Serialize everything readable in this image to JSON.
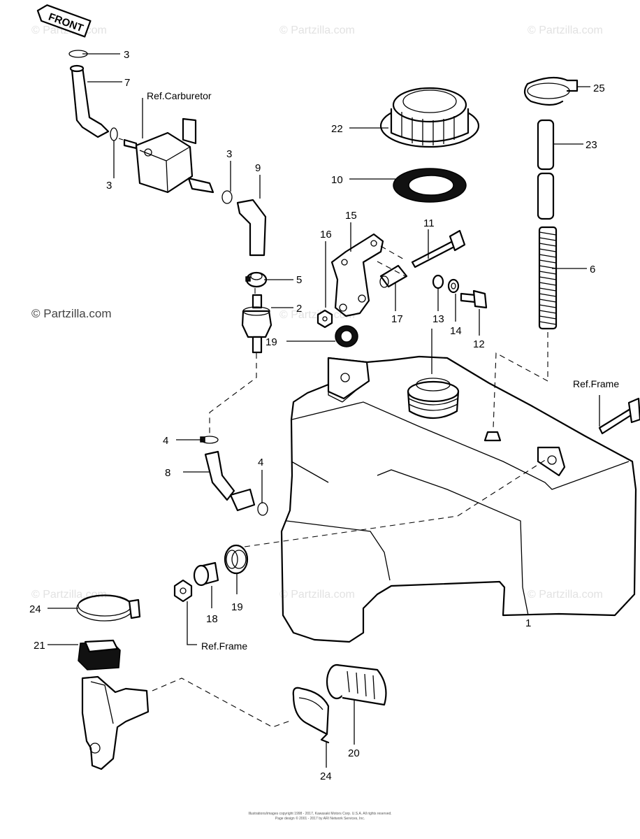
{
  "watermarks": {
    "brand_left": "© Partzilla.com",
    "faint": "© Partzilla.com"
  },
  "front_tag": "FRONT",
  "reference_labels": {
    "carburetor": "Ref.Carburetor",
    "frame_right": "Ref.Frame",
    "frame_bottom": "Ref.Frame"
  },
  "callouts": {
    "c1": "1",
    "c2": "2",
    "c3a": "3",
    "c3b": "3",
    "c3c": "3",
    "c4a": "4",
    "c4b": "4",
    "c5": "5",
    "c6": "6",
    "c7": "7",
    "c8": "8",
    "c9": "9",
    "c10": "10",
    "c11": "11",
    "c12": "12",
    "c13": "13",
    "c14": "14",
    "c15": "15",
    "c16": "16",
    "c17": "17",
    "c18": "18",
    "c19a": "19",
    "c19b": "19",
    "c20": "20",
    "c21": "21",
    "c22": "22",
    "c23": "23",
    "c24a": "24",
    "c24b": "24",
    "c25": "25"
  },
  "footer": {
    "line1": "Illustrations/images copyright 1998 - 2017, Kawasaki Motors Corp. U.S.A. All rights reserved.",
    "line2": "Page design © 2001 - 2017 by ARI Network Services, Inc."
  }
}
